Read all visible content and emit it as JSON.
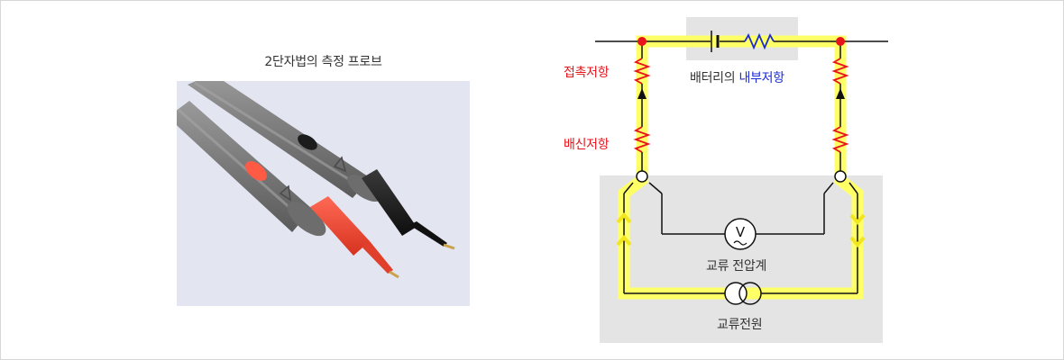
{
  "photo": {
    "title": "2단자법의 측정 프로브"
  },
  "diagram": {
    "contact_resistance": "접촉저항",
    "wiring_resistance": "배신저항",
    "battery_label_prefix": "배터리의 ",
    "battery_label_highlight": "내부저항",
    "ac_voltmeter": "교류 전압계",
    "ac_voltmeter_symbol": "V",
    "ac_source": "교류전원"
  },
  "colors": {
    "highlight": "#ffff66",
    "resistor": "#e8141b",
    "internal_resistor": "#1d2bd6",
    "node": "#e8141b",
    "measurement_box": "#e4e4e4"
  }
}
